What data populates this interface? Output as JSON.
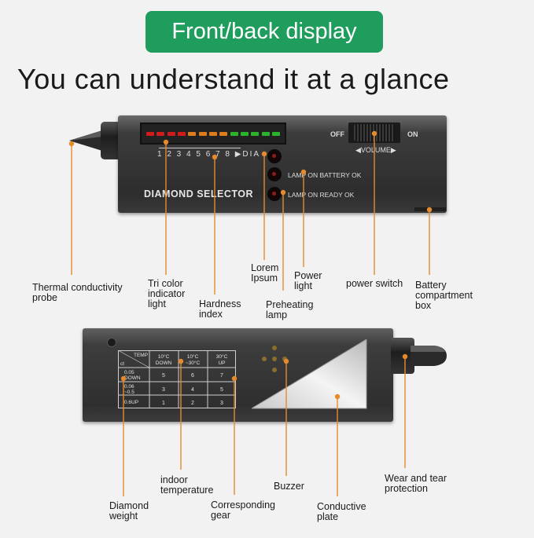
{
  "header": {
    "badge": "Front/back display",
    "headline": "You can understand it at a glance"
  },
  "front": {
    "device_name": "DIAMOND SELECTOR",
    "scale_numbers": "1 2 3 4 5 6 7 8 ▶DIA",
    "lamp_battery": "LAMP ON BATTERY OK",
    "lamp_ready": "LAMP ON READY OK",
    "switch_off": "OFF",
    "switch_on": "ON",
    "volume": "◀VOLUME▶",
    "led_colors": [
      "#d21c1c",
      "#d21c1c",
      "#d21c1c",
      "#d21c1c",
      "#e07b1c",
      "#e07b1c",
      "#e07b1c",
      "#e07b1c",
      "#2bb32b",
      "#2bb32b",
      "#2bb32b",
      "#2bb32b",
      "#2bb32b"
    ]
  },
  "front_callouts": {
    "probe": [
      "Thermal conductivity",
      "probe"
    ],
    "tricolor": [
      "Tri color",
      "indicator",
      "light"
    ],
    "hardness": [
      "Hardness",
      "index"
    ],
    "lorem": [
      "Lorem",
      "Ipsum"
    ],
    "preheating": [
      "Preheating",
      "lamp"
    ],
    "power_light": [
      "Power",
      "light"
    ],
    "power_switch": [
      "power switch"
    ],
    "battery": [
      "Battery",
      "compartment",
      "box"
    ]
  },
  "back": {
    "table": {
      "temp": "TEMP",
      "ct": "ct",
      "col_headers": [
        [
          "10°C",
          "DOWN"
        ],
        [
          "10°C",
          "~30°C"
        ],
        [
          "30°C",
          "UP"
        ]
      ],
      "row_headers": [
        [
          "0.05",
          "DOWN"
        ],
        [
          "0.06",
          "~0.5"
        ],
        [
          "0.6UP"
        ]
      ],
      "cells": [
        [
          "5",
          "6",
          "7"
        ],
        [
          "3",
          "4",
          "5"
        ],
        [
          "1",
          "2",
          "3"
        ]
      ]
    }
  },
  "back_callouts": {
    "diamond_weight": [
      "Diamond",
      "weight"
    ],
    "indoor_temp": [
      "indoor",
      "temperature"
    ],
    "gear": [
      "Corresponding",
      "gear"
    ],
    "buzzer": [
      "Buzzer"
    ],
    "conductive": [
      "Conductive",
      "plate"
    ],
    "wear": [
      "Wear and tear",
      "protection"
    ]
  },
  "colors": {
    "badge": "#1f9d5c",
    "leader": "#e58b2d"
  }
}
